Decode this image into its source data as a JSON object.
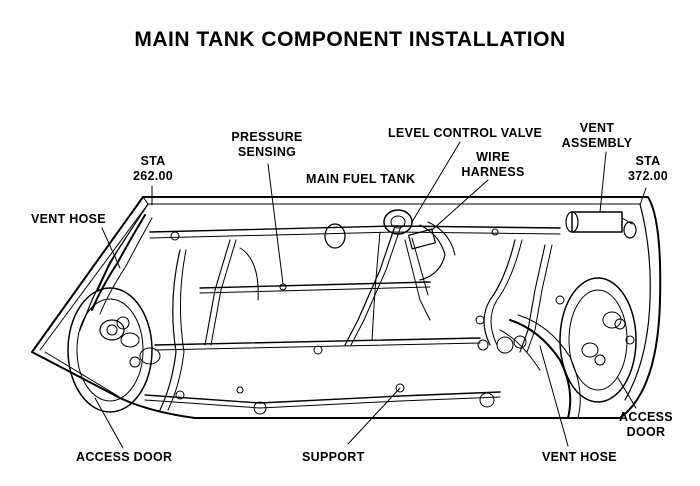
{
  "title": "MAIN TANK COMPONENT INSTALLATION",
  "labels": {
    "vent_hose_left": "VENT HOSE",
    "sta_left": "STA\n262.00",
    "pressure_sensing": "PRESSURE\nSENSING",
    "level_control_valve": "LEVEL CONTROL VALVE",
    "vent_assembly": "VENT\nASSEMBLY",
    "sta_right": "STA\n372.00",
    "wire_harness": "WIRE\nHARNESS",
    "main_fuel_tank": "MAIN FUEL TANK",
    "access_door_left": "ACCESS DOOR",
    "support": "SUPPORT",
    "vent_hose_right": "VENT HOSE",
    "access_door_right": "ACCESS\nDOOR"
  }
}
